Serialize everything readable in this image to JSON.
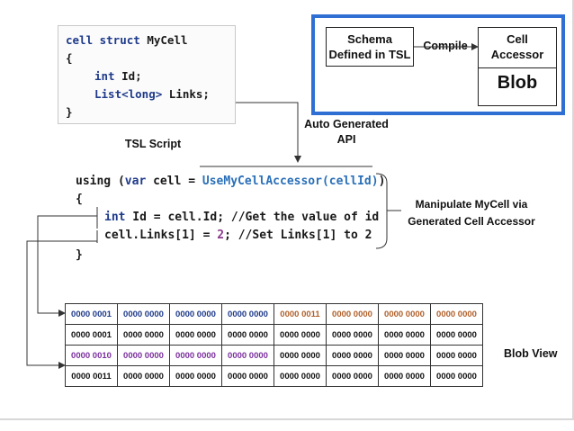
{
  "tsl_script": {
    "line1_kw": "cell struct",
    "line1_name": "MyCell",
    "line2": "{",
    "line3_kw": "int",
    "line3_rest": "Id;",
    "line4_type": "List<long>",
    "line4_rest": "Links;",
    "line5": "}",
    "caption": "TSL Script"
  },
  "compile_flow": {
    "schema_line1": "Schema",
    "schema_line2": "Defined in TSL",
    "compile_label": "Compile",
    "accessor_line1": "Cell",
    "accessor_line2": "Accessor",
    "blob_label": "Blob"
  },
  "auto_generated": {
    "line1": "Auto Generated",
    "line2": "API"
  },
  "usage_code": {
    "l1_a": "using (",
    "l1_var": "var",
    "l1_b": " cell = ",
    "l1_fn": "UseMyCellAccessor(cellId)",
    "l1_c": ")",
    "l2": "{",
    "l3_kw": "int",
    "l3_rest": " Id = cell.Id; //Get the value of id",
    "l4_a": "cell.Links[1] = ",
    "l4_num": "2",
    "l4_b": "; //Set Links[1] to 2",
    "l5": "}"
  },
  "manipulate": {
    "line1": "Manipulate MyCell via",
    "line2": "Generated Cell Accessor"
  },
  "blob_view": {
    "label": "Blob View",
    "colors": {
      "blue": "#1e3a8a",
      "orange": "#b0602a",
      "purple": "#7b2f9e",
      "black": "#111111"
    },
    "rows": [
      {
        "color": "mixed",
        "cells": [
          "0000 0001",
          "0000 0000",
          "0000 0000",
          "0000 0000",
          "0000 0011",
          "0000 0000",
          "0000 0000",
          "0000 0000"
        ],
        "cell_colors": [
          "blue",
          "blue",
          "blue",
          "blue",
          "orange",
          "orange",
          "orange",
          "orange"
        ]
      },
      {
        "color": "black",
        "cells": [
          "0000 0001",
          "0000 0000",
          "0000 0000",
          "0000 0000",
          "0000 0000",
          "0000 0000",
          "0000 0000",
          "0000 0000"
        ],
        "cell_colors": [
          "black",
          "black",
          "black",
          "black",
          "black",
          "black",
          "black",
          "black"
        ]
      },
      {
        "color": "purple",
        "cells": [
          "0000 0010",
          "0000 0000",
          "0000 0000",
          "0000 0000",
          "0000 0000",
          "0000 0000",
          "0000 0000",
          "0000 0000"
        ],
        "cell_colors": [
          "purple",
          "purple",
          "purple",
          "purple",
          "black",
          "black",
          "black",
          "black"
        ]
      },
      {
        "color": "black",
        "cells": [
          "0000 0011",
          "0000 0000",
          "0000 0000",
          "0000 0000",
          "0000 0000",
          "0000 0000",
          "0000 0000",
          "0000 0000"
        ],
        "cell_colors": [
          "black",
          "black",
          "black",
          "black",
          "black",
          "black",
          "black",
          "black"
        ]
      }
    ]
  }
}
